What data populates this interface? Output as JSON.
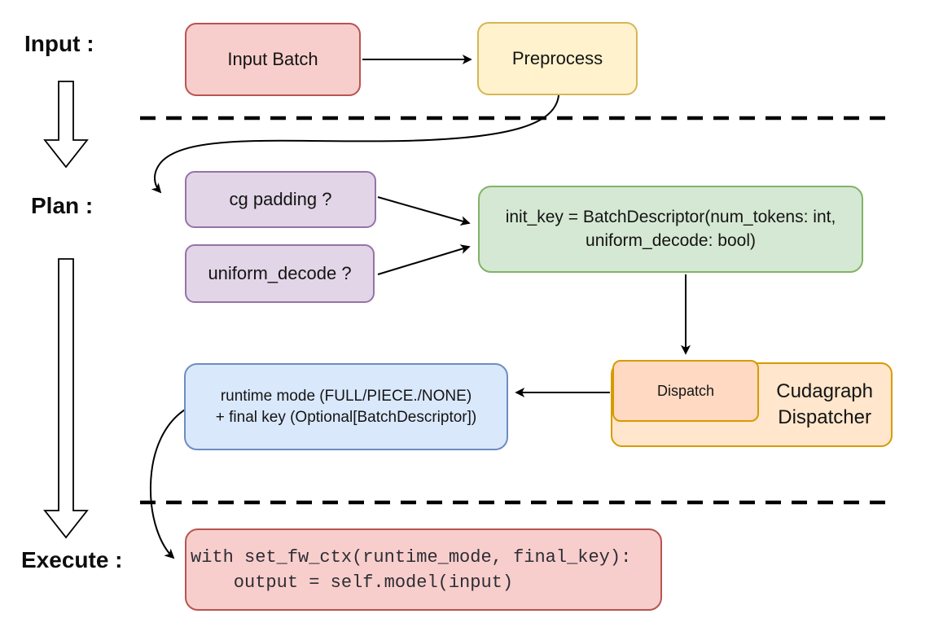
{
  "sections": {
    "input_label": "Input :",
    "plan_label": "Plan :",
    "execute_label": "Execute :"
  },
  "nodes": {
    "input_batch": {
      "label": "Input Batch",
      "fill": "#f8cecc",
      "border": "#b85450"
    },
    "preprocess": {
      "label": "Preprocess",
      "fill": "#fff2cc",
      "border": "#d6b656"
    },
    "cg_padding": {
      "label": "cg padding ?",
      "fill": "#e1d5e7",
      "border": "#9673a6"
    },
    "uniform_decode": {
      "label": "uniform_decode ?",
      "fill": "#e1d5e7",
      "border": "#9673a6"
    },
    "init_key": {
      "line1": "init_key = BatchDescriptor(num_tokens: int,",
      "line2": "uniform_decode: bool)",
      "fill": "#d5e8d4",
      "border": "#82b366"
    },
    "runtime_mode": {
      "line1": "runtime mode (FULL/PIECE./NONE)",
      "line2": "+ final key (Optional[BatchDescriptor])",
      "fill": "#dae8fc",
      "border": "#6c8ebf"
    },
    "cudagraph_dispatcher": {
      "line1": "Cudagraph",
      "line2": "Dispatcher",
      "fill": "#ffe6cc",
      "border": "#d79b00"
    },
    "dispatch": {
      "label": "Dispatch",
      "fill": "#ffd9c2",
      "border": "#d79b00"
    },
    "execute_code": {
      "line1": "with set_fw_ctx(runtime_mode, final_key):",
      "line2": "    output = self.model(input)",
      "fill": "#f8cecc",
      "border": "#b85450"
    }
  },
  "line_color": "#000000"
}
